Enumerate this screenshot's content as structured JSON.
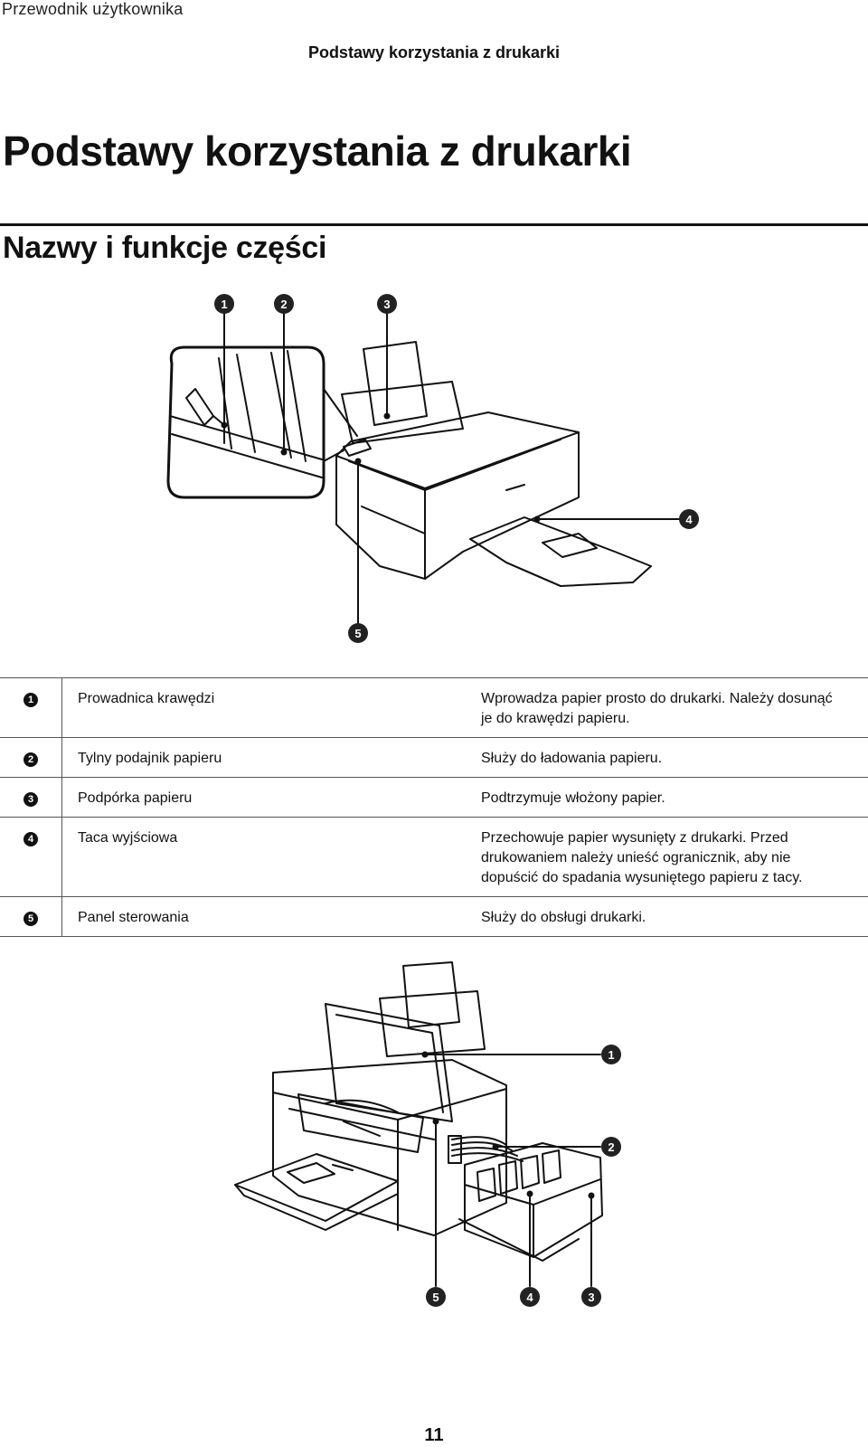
{
  "header": {
    "running_title": "Przewodnik użytkownika",
    "section_title": "Podstawy korzystania z drukarki"
  },
  "chapter": {
    "title": "Podstawy korzystania z drukarki",
    "subtitle": "Nazwy i funkcje części"
  },
  "figure1": {
    "callouts": [
      "1",
      "2",
      "3",
      "4",
      "5"
    ]
  },
  "parts_table": [
    {
      "num": "1",
      "name": "Prowadnica krawędzi",
      "desc": [
        "Wprowadza papier prosto do drukarki. Należy dosunąć",
        "je do krawędzi papieru."
      ]
    },
    {
      "num": "2",
      "name": "Tylny podajnik papieru",
      "desc": [
        "Służy do ładowania papieru."
      ]
    },
    {
      "num": "3",
      "name": "Podpórka papieru",
      "desc": [
        "Podtrzymuje włożony papier."
      ]
    },
    {
      "num": "4",
      "name": "Taca wyjściowa",
      "desc": [
        "Przechowuje papier wysunięty z drukarki. Przed",
        "drukowaniem należy unieść ogranicznik, aby nie",
        "dopuścić do spadania wysuniętego papieru z tacy."
      ]
    },
    {
      "num": "5",
      "name": "Panel sterowania",
      "desc": [
        "Służy do obsługi drukarki."
      ]
    }
  ],
  "figure2": {
    "callouts": [
      "1",
      "2",
      "5",
      "4",
      "3"
    ]
  },
  "footer": {
    "page_number": "11"
  }
}
